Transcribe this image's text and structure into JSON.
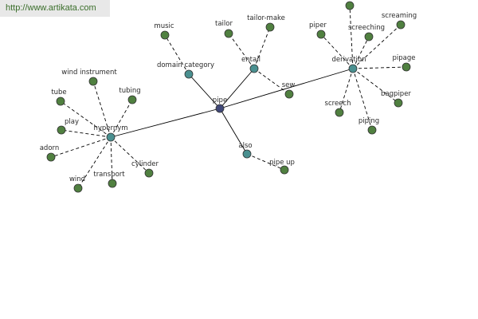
{
  "header": {
    "url": "http://www.artikata.com"
  },
  "colors": {
    "center": "#404878",
    "relation": "#4a9090",
    "leaf": "#508040",
    "stroke": "#333333",
    "edge": "#000000"
  },
  "graph": {
    "nodes": [
      {
        "id": "pipe",
        "label": "pipe",
        "kind": "center"
      },
      {
        "id": "hypernym",
        "label": "hypernym",
        "kind": "relation"
      },
      {
        "id": "domain-category",
        "label": "domain category",
        "kind": "relation"
      },
      {
        "id": "entail",
        "label": "entail",
        "kind": "relation"
      },
      {
        "id": "derivation",
        "label": "derivation",
        "kind": "relation"
      },
      {
        "id": "also",
        "label": "also",
        "kind": "relation"
      },
      {
        "id": "music",
        "label": "music",
        "kind": "leaf"
      },
      {
        "id": "tailor",
        "label": "tailor",
        "kind": "leaf"
      },
      {
        "id": "tailor-make",
        "label": "tailor-make",
        "kind": "leaf"
      },
      {
        "id": "sew",
        "label": "sew",
        "kind": "leaf"
      },
      {
        "id": "pipe-up",
        "label": "pipe up",
        "kind": "leaf"
      },
      {
        "id": "wind-instrument",
        "label": "wind instrument",
        "kind": "leaf"
      },
      {
        "id": "tube",
        "label": "tube",
        "kind": "leaf"
      },
      {
        "id": "tubing",
        "label": "tubing",
        "kind": "leaf"
      },
      {
        "id": "play",
        "label": "play",
        "kind": "leaf"
      },
      {
        "id": "adorn",
        "label": "adorn",
        "kind": "leaf"
      },
      {
        "id": "wind",
        "label": "wind",
        "kind": "leaf"
      },
      {
        "id": "transport",
        "label": "transport",
        "kind": "leaf"
      },
      {
        "id": "cylinder",
        "label": "cylinder",
        "kind": "leaf"
      },
      {
        "id": "piper",
        "label": "piper",
        "kind": "leaf"
      },
      {
        "id": "top-unlabeled",
        "label": "",
        "kind": "leaf"
      },
      {
        "id": "screeching",
        "label": "screeching",
        "kind": "leaf"
      },
      {
        "id": "screaming",
        "label": "screaming",
        "kind": "leaf"
      },
      {
        "id": "pipage",
        "label": "pipage",
        "kind": "leaf"
      },
      {
        "id": "bagpiper",
        "label": "bagpiper",
        "kind": "leaf"
      },
      {
        "id": "screech",
        "label": "screech",
        "kind": "leaf"
      },
      {
        "id": "piping",
        "label": "piping",
        "kind": "leaf"
      }
    ],
    "edges": [
      {
        "from": "pipe",
        "to": "hypernym",
        "style": "solid"
      },
      {
        "from": "pipe",
        "to": "domain-category",
        "style": "solid"
      },
      {
        "from": "pipe",
        "to": "entail",
        "style": "solid"
      },
      {
        "from": "pipe",
        "to": "derivation",
        "style": "solid"
      },
      {
        "from": "pipe",
        "to": "also",
        "style": "solid"
      },
      {
        "from": "domain-category",
        "to": "music",
        "style": "dashed"
      },
      {
        "from": "entail",
        "to": "tailor",
        "style": "dashed"
      },
      {
        "from": "entail",
        "to": "tailor-make",
        "style": "dashed"
      },
      {
        "from": "entail",
        "to": "sew",
        "style": "dashed"
      },
      {
        "from": "also",
        "to": "pipe-up",
        "style": "dashed"
      },
      {
        "from": "hypernym",
        "to": "wind-instrument",
        "style": "dashed"
      },
      {
        "from": "hypernym",
        "to": "tube",
        "style": "dashed"
      },
      {
        "from": "hypernym",
        "to": "tubing",
        "style": "dashed"
      },
      {
        "from": "hypernym",
        "to": "play",
        "style": "dashed"
      },
      {
        "from": "hypernym",
        "to": "adorn",
        "style": "dashed"
      },
      {
        "from": "hypernym",
        "to": "wind",
        "style": "dashed"
      },
      {
        "from": "hypernym",
        "to": "transport",
        "style": "dashed"
      },
      {
        "from": "hypernym",
        "to": "cylinder",
        "style": "dashed"
      },
      {
        "from": "derivation",
        "to": "piper",
        "style": "dashed"
      },
      {
        "from": "derivation",
        "to": "top-unlabeled",
        "style": "dashed"
      },
      {
        "from": "derivation",
        "to": "screeching",
        "style": "dashed"
      },
      {
        "from": "derivation",
        "to": "screaming",
        "style": "dashed"
      },
      {
        "from": "derivation",
        "to": "pipage",
        "style": "dashed"
      },
      {
        "from": "derivation",
        "to": "bagpiper",
        "style": "dashed"
      },
      {
        "from": "derivation",
        "to": "screech",
        "style": "dashed"
      },
      {
        "from": "derivation",
        "to": "piping",
        "style": "dashed"
      }
    ]
  }
}
